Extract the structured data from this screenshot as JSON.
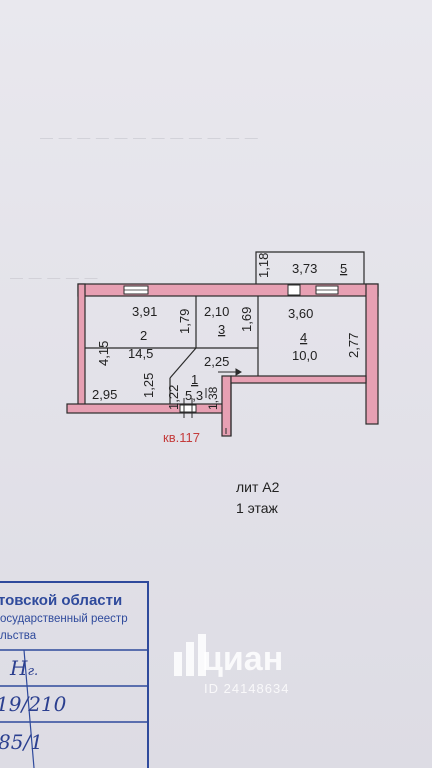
{
  "plan": {
    "labels": {
      "dim_118": "1,18",
      "dim_373": "3,73",
      "room_5": "5",
      "dim_391": "3,91",
      "room_2": "2",
      "area_2": "14,5",
      "dim_179": "1,79",
      "dim_210": "2,10",
      "room_3": "3",
      "dim_169": "1,69",
      "dim_360": "3,60",
      "room_4": "4",
      "area_4": "10,0",
      "dim_277": "2,77",
      "dim_415": "4,15",
      "dim_225": "2,25",
      "dim_295": "2,95",
      "dim_125": "1,25",
      "dim_122": "1,22",
      "room_1": "1",
      "area_1": "5,3",
      "dim_138": "1,38"
    },
    "apartment_label": "кв.117"
  },
  "caption": {
    "line1": "лит А2",
    "line2": "1 этаж"
  },
  "stamp": {
    "line1": "товской области",
    "line2": "осударственный реестр",
    "line3": "льства",
    "hand1": "Н",
    "hand1_suffix": "г.",
    "hand2": "19/210",
    "hand3": "85/1"
  },
  "watermark": {
    "brand": "циан",
    "id": "ID 24148634"
  },
  "colors": {
    "wall": "#e7a0b3",
    "line": "#2b2b2b",
    "ink_blue": "#2f4a9c",
    "red_label": "#c43b3b"
  }
}
